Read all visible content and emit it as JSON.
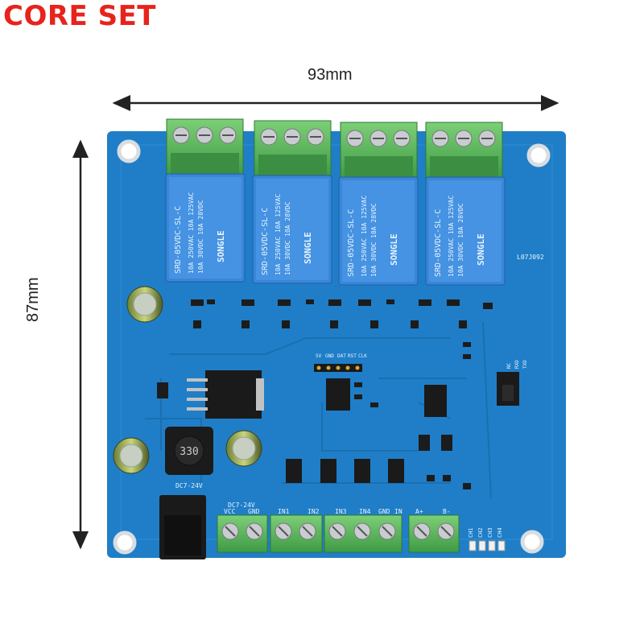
{
  "brand": {
    "text": "CORE SET",
    "color": "#e8231b"
  },
  "dimensions": {
    "width": "93mm",
    "height": "87mm"
  },
  "board": {
    "color": "#1f7ec7",
    "relay_marking": [
      "SRD-05VDC-SL-C",
      "SONGLE",
      "10A 250VAC 10A 125VAC",
      "10A 30VDC 10A 28VDC"
    ],
    "top_code": "L07J092",
    "connector_labels": [
      "VCC",
      "GND",
      "IN1",
      "IN2",
      "IN3",
      "IN4",
      "GND",
      "IN",
      "A+",
      "B-"
    ],
    "power_label": "DC7-24V",
    "header_labels": [
      "5V",
      "GND",
      "DAT",
      "RST",
      "CLK"
    ],
    "jumper_labels": [
      "NC",
      "RXD",
      "TXD"
    ],
    "led_labels": [
      "CH1",
      "CH2",
      "CH3",
      "CH4"
    ],
    "inductor_marking": "330"
  }
}
